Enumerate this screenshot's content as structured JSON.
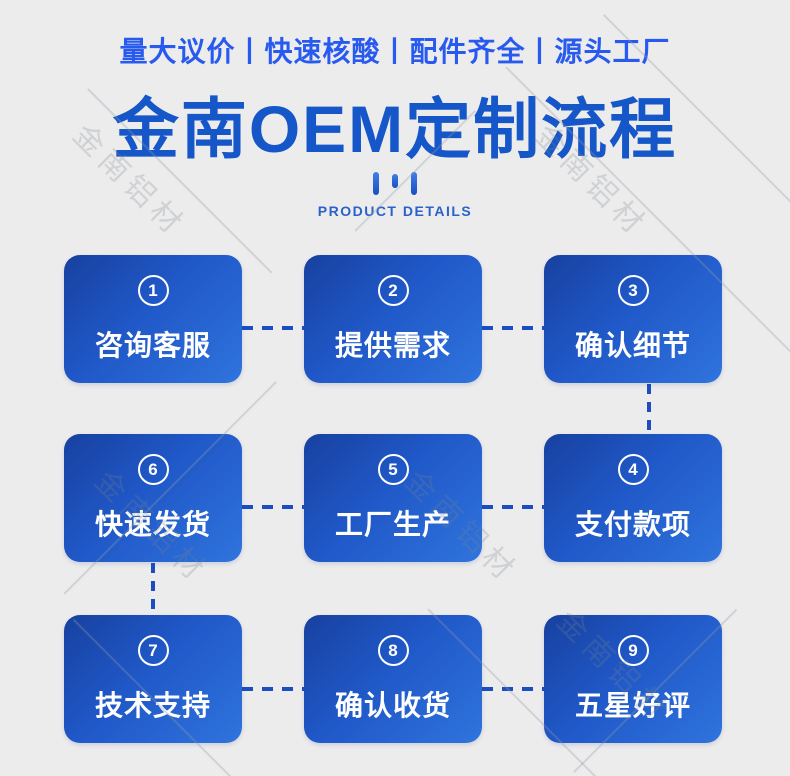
{
  "header": {
    "tagline": "量大议价丨快速核酸丨配件齐全丨源头工厂",
    "title": "金南OEM定制流程",
    "subtitle": "PRODUCT DETAILS"
  },
  "watermark": {
    "text": "金南铝材"
  },
  "flow": {
    "steps": [
      {
        "number": "1",
        "label": "咨询客服"
      },
      {
        "number": "2",
        "label": "提供需求"
      },
      {
        "number": "3",
        "label": "确认细节"
      },
      {
        "number": "6",
        "label": "快速发货"
      },
      {
        "number": "5",
        "label": "工厂生产"
      },
      {
        "number": "4",
        "label": "支付款项"
      },
      {
        "number": "7",
        "label": "技术支持"
      },
      {
        "number": "8",
        "label": "确认收货"
      },
      {
        "number": "9",
        "label": "五星好评"
      }
    ]
  },
  "colors": {
    "background": "#ececed",
    "tagline_blue": "#285af0",
    "title_blue": "#1556c8",
    "box_gradient_start": "#17419f",
    "box_gradient_end": "#2f74dd",
    "connector_blue": "#1b4ec1",
    "step_text": "#ffffff"
  }
}
